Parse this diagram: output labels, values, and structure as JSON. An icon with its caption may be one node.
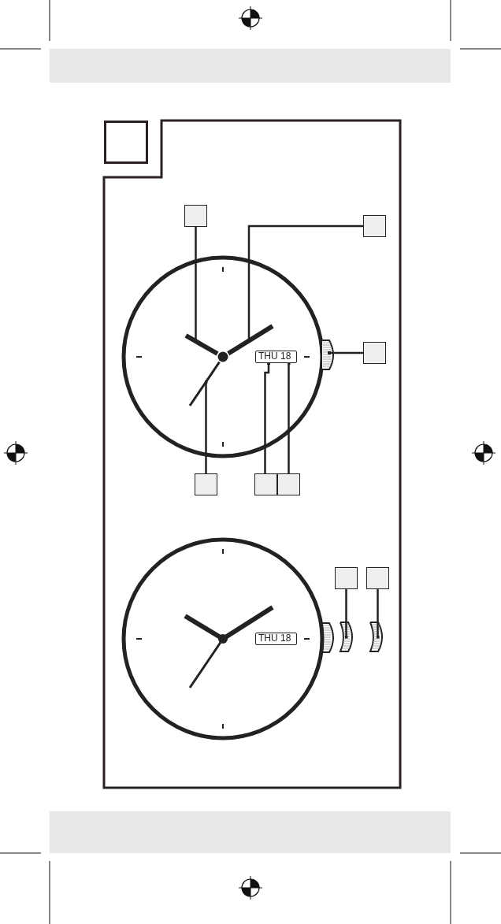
{
  "diagram": {
    "nodes": [
      {
        "text": [],
        "shape": "box"
      },
      {
        "text": [],
        "shape": "box"
      },
      {
        "text": [],
        "shape": "box"
      },
      {
        "text": [],
        "shape": "box"
      },
      {
        "text": [],
        "shape": "box"
      },
      {
        "text": [],
        "shape": "box"
      },
      {
        "text": [],
        "shape": "box"
      },
      {
        "text": [],
        "shape": "box"
      },
      {
        "text": [],
        "shape": "box"
      },
      {
        "text": [],
        "shape": "bar"
      },
      {
        "text": [],
        "shape": "bar"
      },
      {
        "text": [],
        "shape": "box"
      },
      {
        "text": [],
        "shape": "bar"
      },
      {
        "text": [
          "THU 18"
        ]
      },
      {
        "text": [],
        "shape": "box"
      },
      {
        "text": [],
        "shape": "box"
      },
      {
        "text": [
          "THU 18"
        ]
      }
    ],
    "edges": [
      {
        "from": 1,
        "to": 9,
        "arrow": "other"
      },
      {
        "from": 2,
        "to": 10,
        "arrow": "other"
      },
      {
        "from": 3,
        "to": 11,
        "arrow": "other"
      },
      {
        "from": 4,
        "to": 12,
        "arrow": "other"
      },
      {
        "from": 5,
        "to": 13,
        "arrow": "other"
      },
      {
        "from": 6,
        "to": 13,
        "arrow": "other"
      },
      {
        "from": 7,
        "to": 14,
        "arrow": "other"
      },
      {
        "from": 8,
        "to": 15,
        "arrow": "other"
      }
    ]
  }
}
